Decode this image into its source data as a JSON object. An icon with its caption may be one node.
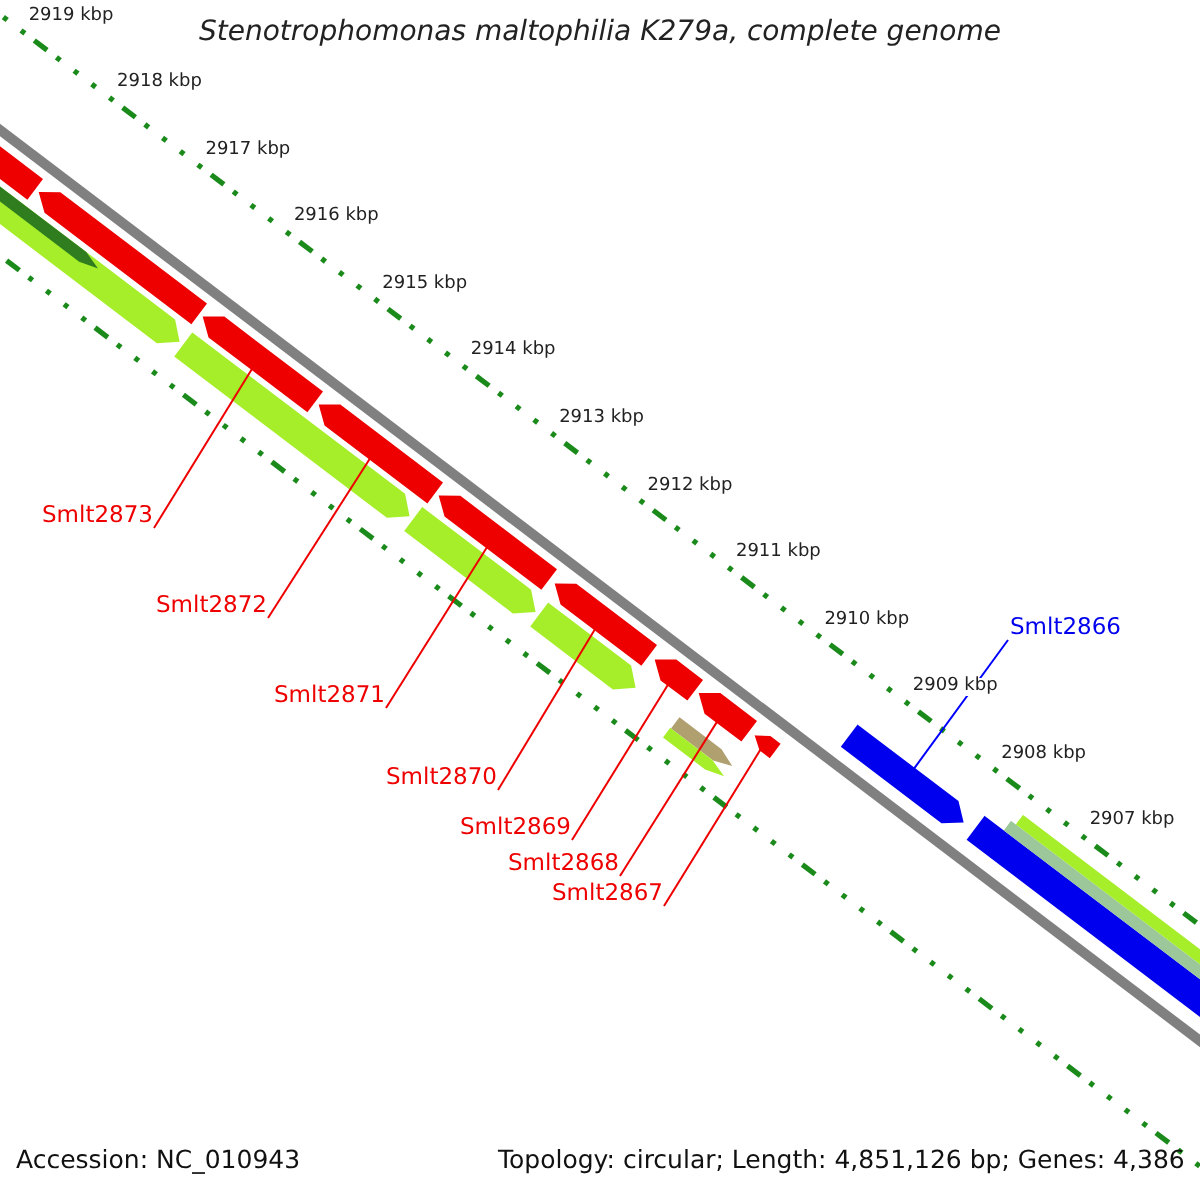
{
  "diagram": {
    "title": "Stenotrophomonas maltophilia K279a, complete genome",
    "nodes": [
      {
        "text": [
          "Smlt2873"
        ]
      },
      {
        "text": [
          "Smlt2872"
        ]
      },
      {
        "text": [
          "Smlt2871"
        ]
      },
      {
        "text": [
          "Smlt2870"
        ]
      },
      {
        "text": [
          "Smlt2869"
        ]
      },
      {
        "text": [
          "Smlt2868"
        ]
      },
      {
        "text": [
          "Smlt2867"
        ]
      },
      {
        "text": [
          "Smlt2866"
        ]
      },
      {
        "text": [],
        "shape": "bar"
      },
      {
        "text": [],
        "shape": "bar"
      },
      {
        "text": [],
        "shape": "bar"
      },
      {
        "text": [],
        "shape": "bar"
      },
      {
        "text": [],
        "shape": "bar"
      },
      {
        "text": [],
        "shape": "bar"
      },
      {
        "text": [],
        "shape": "bar"
      },
      {
        "text": [],
        "shape": "bar"
      },
      {
        "text": [],
        "shape": "bar"
      },
      {
        "text": [],
        "shape": "bar"
      }
    ],
    "edges": [
      {
        "from": 0,
        "to": 10,
        "arrow": "none"
      },
      {
        "from": 1,
        "to": 11,
        "arrow": "none"
      },
      {
        "from": 2,
        "to": 12,
        "arrow": "none"
      },
      {
        "from": 3,
        "to": 13,
        "arrow": "none"
      },
      {
        "from": 4,
        "to": 14,
        "arrow": "none"
      },
      {
        "from": 5,
        "to": 15,
        "arrow": "none"
      },
      {
        "from": 6,
        "to": 16,
        "arrow": "none"
      },
      {
        "from": 7,
        "to": 17,
        "arrow": "none",
        "color": "#0000ff"
      }
    ],
    "labels": [
      "2919 kbp",
      "2918 kbp",
      "2917 kbp",
      "2916 kbp",
      "2915 kbp",
      "2914 kbp",
      "2913 kbp",
      "2912 kbp",
      "2911 kbp",
      "2910 kbp",
      "2909 kbp",
      "2908 kbp",
      "2907 kbp",
      "Accession: NC_010943",
      "Topology: circular; Length: 4,851,126 bp; Genes: 4,386"
    ]
  }
}
